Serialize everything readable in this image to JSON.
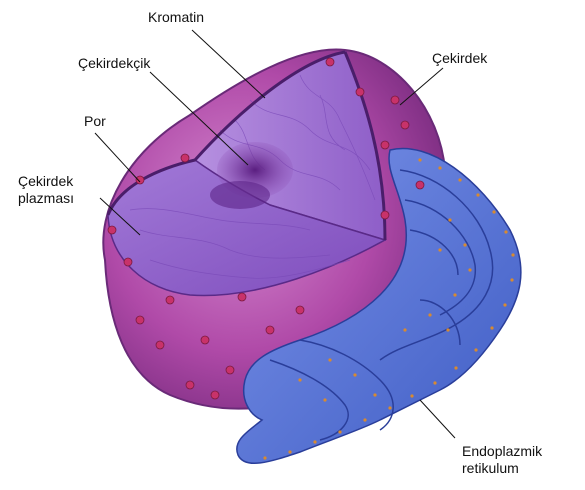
{
  "labels": {
    "kromatin": "Kromatin",
    "cekirdekcik": "Çekirdekçik",
    "cekirdek": "Çekirdek",
    "por": "Por",
    "plazma_line1": "Çekirdek",
    "plazma_line2": "plazması",
    "er_line1": "Endoplazmik",
    "er_line2": "retikulum"
  },
  "colors": {
    "nucleus_outer": "#b048a8",
    "nucleus_inner": "#9a6ad0",
    "nucleolus": "#6a2c8e",
    "er": "#5a78d8",
    "pores": "#c8326a",
    "ribosomes": "#d88a30"
  }
}
